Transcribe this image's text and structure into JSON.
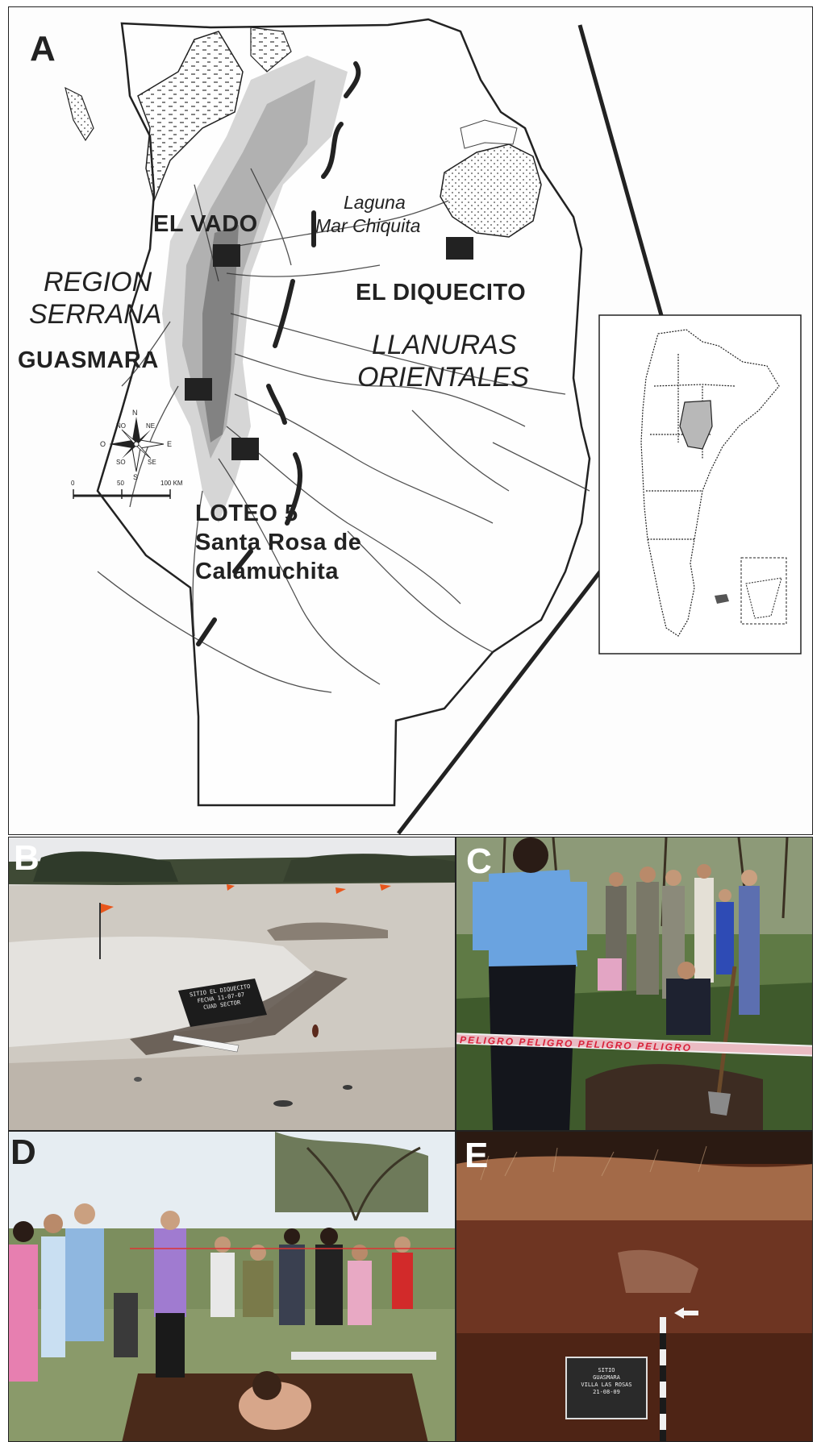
{
  "panels": {
    "A": {
      "letter": "A",
      "labels": {
        "el_vado": "EL VADO",
        "laguna_line1": "Laguna",
        "laguna_line2": "Mar Chiquita",
        "region_line1": "REGION",
        "region_line2": "SERRANA",
        "el_diquecito": "EL DIQUECITO",
        "llanuras_line1": "LLANURAS",
        "llanuras_line2": "ORIENTALES",
        "guasmara": "GUASMARA",
        "loteo_line1": "LOTEO 5",
        "loteo_line2": "Santa Rosa de",
        "loteo_line3": "Calamuchita"
      },
      "compass": {
        "n": "N",
        "ne": "NE",
        "no": "NO",
        "e": "E",
        "o": "O",
        "so": "SO",
        "se": "SE",
        "s": "S"
      },
      "scalebar": {
        "start": "0",
        "mid": "50",
        "end": "100 KM"
      }
    },
    "B": {
      "letter": "B",
      "sign_text": "SITIO EL DIQUECITO\nFECHA 11-07-07\nCUAD SECTOR"
    },
    "C": {
      "letter": "C",
      "tape_text": "PELIGRO PELIGRO PELIGRO PELIGRO"
    },
    "D": {
      "letter": "D"
    },
    "E": {
      "letter": "E",
      "sign_text": "SITIO\nGUASMARA\nVILLA LAS ROSAS\n21-08-09"
    }
  },
  "colors": {
    "ink": "#222222",
    "relief_light": "#cfcfcf",
    "relief_mid": "#a8a8a8",
    "relief_dark": "#7a7a7a",
    "province_fill": "#b8b8b8",
    "tape_red": "#d8213a",
    "shirt_blue": "#6aa3e0",
    "soil_brown": "#5a2b18"
  }
}
